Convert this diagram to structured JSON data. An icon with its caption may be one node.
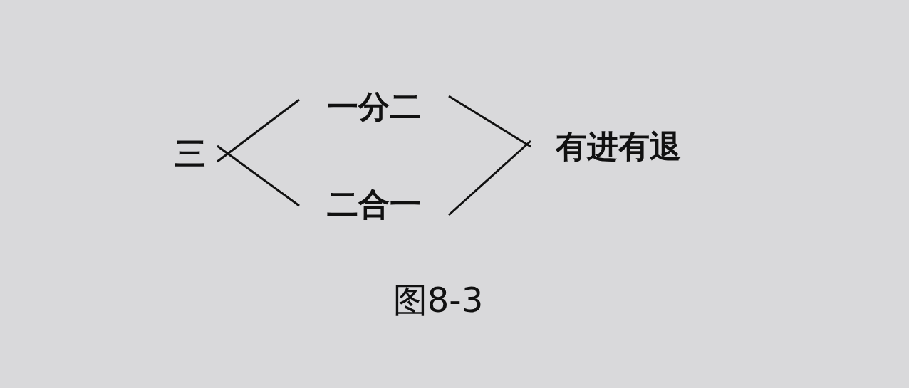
{
  "diagram": {
    "caption": "图8-3",
    "nodes": [
      {
        "text": [
          "三"
        ]
      },
      {
        "text": [
          "一分二"
        ]
      },
      {
        "text": [
          "二合一"
        ]
      },
      {
        "text": [
          "有进有退"
        ]
      }
    ],
    "edges": [
      {
        "from": 0,
        "to": 1,
        "arrow": "none"
      },
      {
        "from": 0,
        "to": 2,
        "arrow": "none"
      },
      {
        "from": 1,
        "to": 3,
        "arrow": "none"
      },
      {
        "from": 2,
        "to": 3,
        "arrow": "none"
      }
    ]
  }
}
